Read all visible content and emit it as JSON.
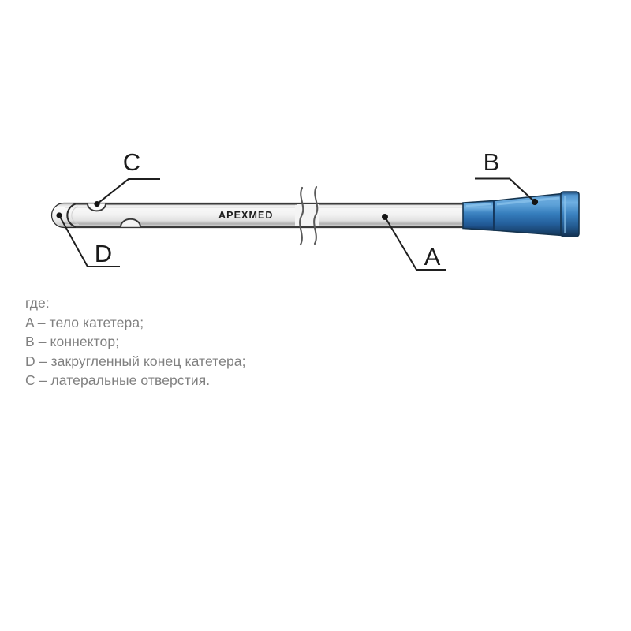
{
  "figure": {
    "name": "urinary-catheter-diagram",
    "background_color": "#ffffff",
    "brand_label": "APEXMED",
    "callouts": [
      {
        "id": "C",
        "label": "C",
        "target": "lateral-holes"
      },
      {
        "id": "B",
        "label": "B",
        "target": "connector"
      },
      {
        "id": "D",
        "label": "D",
        "target": "rounded-tip"
      },
      {
        "id": "A",
        "label": "A",
        "target": "catheter-body"
      }
    ],
    "parts": {
      "catheter_body": {
        "name": "catheter-body",
        "color": "#f2f2f2",
        "outline_color": "#333333"
      },
      "rounded_tip": {
        "name": "rounded-tip"
      },
      "lateral_holes": {
        "name": "lateral-holes",
        "count": 2
      },
      "break_marks": {
        "name": "break-marks",
        "count": 2
      },
      "connector": {
        "name": "connector",
        "color": "#2f74b5",
        "highlight_color": "#63a7dd",
        "shadow_color": "#1b4f80",
        "outline_color": "#16334f"
      }
    }
  },
  "legend": {
    "heading": "где:",
    "items": [
      "A – тело катетера;",
      "B – коннектор;",
      "D – закругленный конец катетера;",
      "C – латеральные отверстия."
    ],
    "text_color": "#808080"
  }
}
